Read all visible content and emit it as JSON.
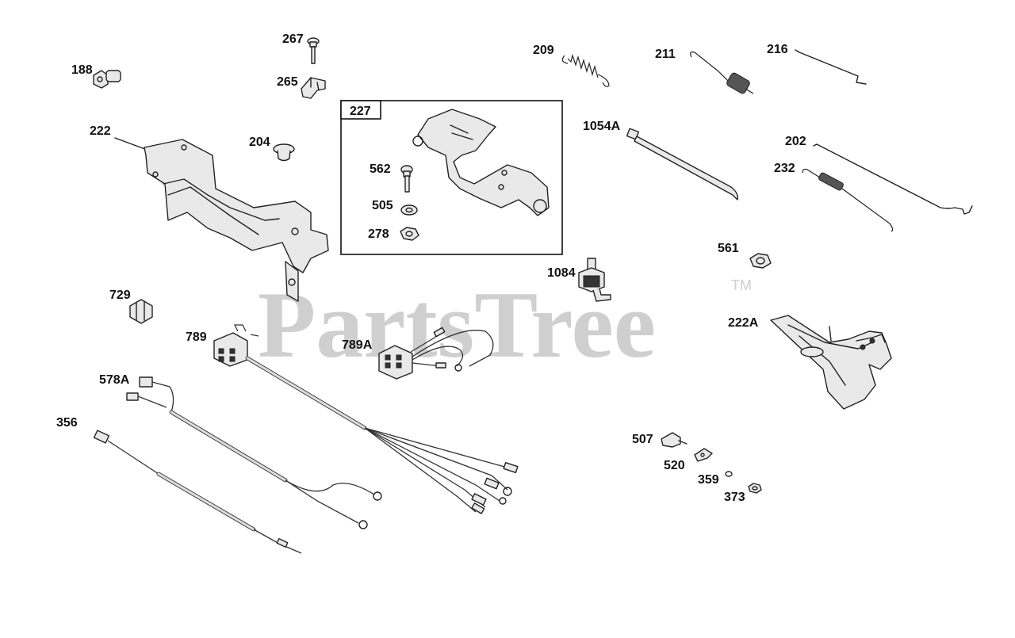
{
  "diagram": {
    "watermark": "PartsTree",
    "trademark": "TM",
    "kit_box_label": "227",
    "labels": {
      "p188": "188",
      "p267": "267",
      "p265": "265",
      "p222": "222",
      "p204": "204",
      "p227": "227",
      "p562": "562",
      "p505": "505",
      "p278": "278",
      "p209": "209",
      "p211": "211",
      "p216": "216",
      "p1054A": "1054A",
      "p202": "202",
      "p232": "232",
      "p561": "561",
      "p1084": "1084",
      "p222A": "222A",
      "p729": "729",
      "p789": "789",
      "p789A": "789A",
      "p578A": "578A",
      "p356": "356",
      "p507": "507",
      "p520": "520",
      "p359": "359",
      "p373": "373"
    }
  }
}
